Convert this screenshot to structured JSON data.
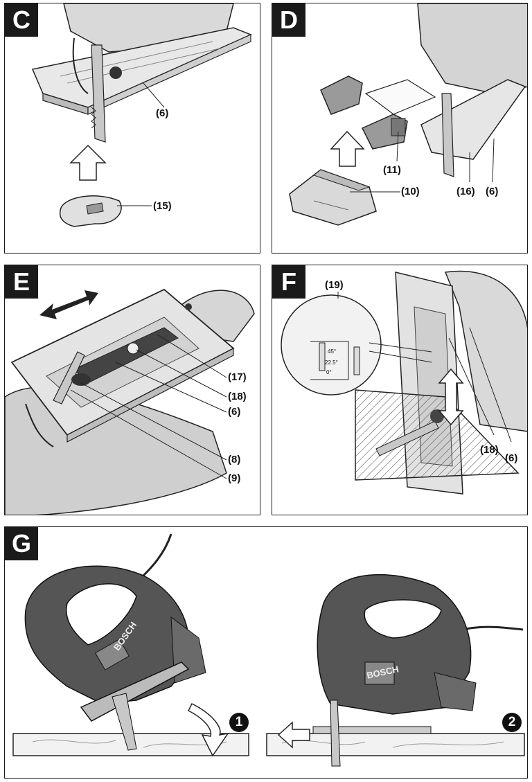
{
  "panels": {
    "c": {
      "letter": "C",
      "callouts": {
        "base_plate": "(6)",
        "anti_splinter_guard": "(15)"
      }
    },
    "d": {
      "letter": "D",
      "callouts": {
        "dust_extraction_hood": "(10)",
        "hood_clip": "(11)",
        "base_plate_mark": "(16)",
        "base_plate": "(6)"
      }
    },
    "e": {
      "letter": "E",
      "callouts": {
        "plate_adjuster": "(17)",
        "screw": "(18)",
        "base_plate": "(6)",
        "saw_blade": "(8)",
        "guide_roller": "(9)"
      }
    },
    "f": {
      "letter": "F",
      "callouts": {
        "scale": "(19)",
        "screw": "(18)",
        "base_plate": "(6)"
      },
      "scale_marks": [
        "45°",
        "22.5°",
        "0°"
      ]
    },
    "g": {
      "letter": "G",
      "brand": "BOSCH",
      "steps": [
        "1",
        "2"
      ]
    }
  }
}
